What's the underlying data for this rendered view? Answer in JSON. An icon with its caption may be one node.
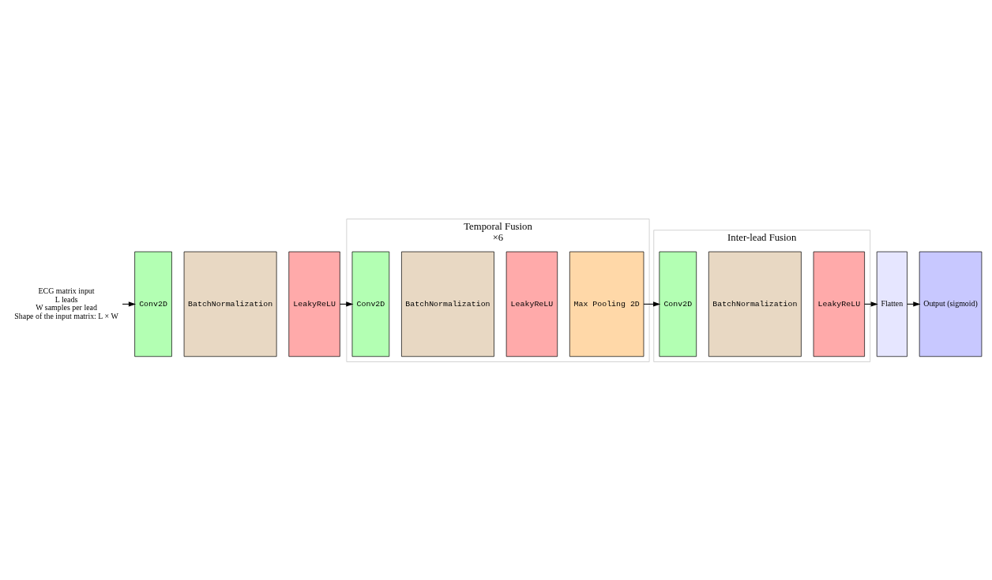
{
  "diagram": {
    "nodes": [
      {
        "text": [
          "ECG matrix input",
          "L leads",
          "W samples per lead",
          "Shape of the input matrix: L × W"
        ]
      },
      {
        "text": [
          "Conv2D"
        ]
      },
      {
        "text": [
          "BatchNormalization"
        ]
      },
      {
        "text": [
          "LeakyReLU"
        ]
      },
      {
        "text": [
          "Temporal Fusion"
        ],
        "beside": [
          "×6"
        ]
      },
      {
        "text": [
          "Conv2D"
        ],
        "in": 4
      },
      {
        "text": [
          "BatchNormalization"
        ],
        "in": 4
      },
      {
        "text": [
          "LeakyReLU"
        ],
        "in": 4
      },
      {
        "text": [
          "Max Pooling 2D"
        ],
        "in": 4
      },
      {
        "text": [
          "Inter-lead Fusion"
        ]
      },
      {
        "text": [
          "Conv2D"
        ],
        "in": 9
      },
      {
        "text": [
          "BatchNormalization"
        ],
        "in": 9
      },
      {
        "text": [
          "LeakyReLU"
        ],
        "in": 9
      },
      {
        "text": [
          "Flatten"
        ]
      },
      {
        "text": [
          "Output (sigmoid)"
        ]
      }
    ],
    "edges": [
      {
        "from": 0,
        "to": 1,
        "arrow": "to"
      },
      {
        "from": 3,
        "to": 5,
        "arrow": "to"
      },
      {
        "from": 8,
        "to": 10,
        "arrow": "to"
      },
      {
        "from": 12,
        "to": 13,
        "arrow": "to"
      },
      {
        "from": 13,
        "to": 14,
        "arrow": "to"
      }
    ]
  }
}
